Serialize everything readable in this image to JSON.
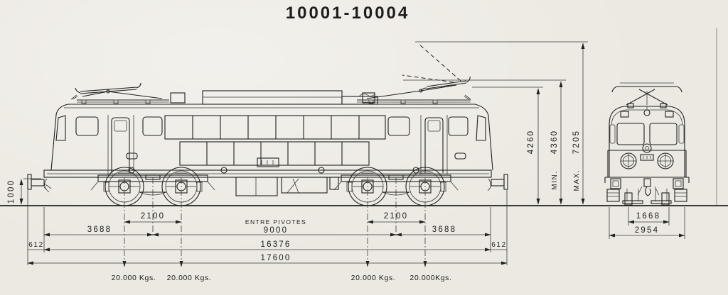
{
  "title": "10001-10004",
  "colors": {
    "paper": "#ece9e2",
    "ink": "#20201e"
  },
  "dims": {
    "buffer_height": "1000",
    "roof_height": "4260",
    "pant_min_prefix": "MIN.",
    "pant_min": "4360",
    "pant_max_prefix": "MAX.",
    "pant_max": "7205",
    "bogie_wheelbase_left": "2100",
    "bogie_wheelbase_right": "2100",
    "overhang_left": "3688",
    "overhang_right": "3688",
    "pivot_label": "ENTRE PIVOTES",
    "pivot_distance": "9000",
    "frame_length": "16376",
    "buffer_proj_left": "612",
    "buffer_proj_right": "612",
    "total_length": "17600",
    "track_gauge": "1668",
    "body_width": "2954"
  },
  "axle_loads": [
    "20.000 Kgs.",
    "20.000 Kgs.",
    "20.000 Kgs.",
    "20.000Kgs."
  ]
}
